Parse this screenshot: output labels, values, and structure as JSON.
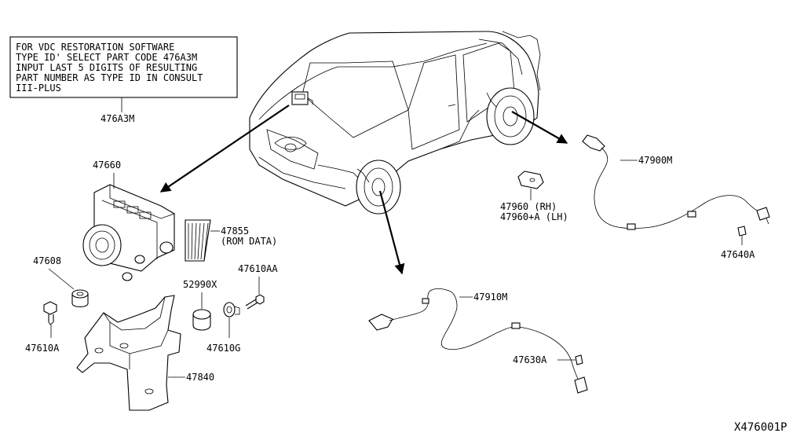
{
  "note": {
    "lines": [
      "FOR VDC RESTORATION SOFTWARE",
      "TYPE ID' SELECT PART CODE 476A3M",
      "INPUT LAST 5 DIGITS OF RESULTING",
      "PART NUMBER AS TYPE ID IN CONSULT",
      "III-PLUS"
    ],
    "part": "476A3M"
  },
  "parts": {
    "p47660": "47660",
    "p47855": "47855",
    "p47855_note": "(ROM DATA)",
    "p47608": "47608",
    "p52990x": "52990X",
    "p47610aa": "47610AA",
    "p47610a": "47610A",
    "p47610g": "47610G",
    "p47840": "47840",
    "p47900m": "47900M",
    "p47960_rh": "47960  (RH)",
    "p47960_lh": "47960+A (LH)",
    "p47640a": "47640A",
    "p47910m": "47910M",
    "p47630a": "47630A"
  },
  "diagram_id": "X476001P"
}
